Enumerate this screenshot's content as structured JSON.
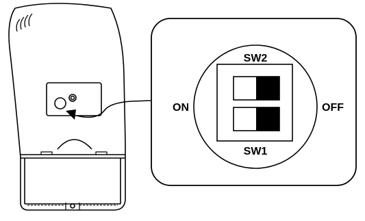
{
  "diagram": {
    "labels": {
      "sw2": "SW2",
      "sw1": "SW1",
      "on": "ON",
      "off": "OFF"
    },
    "switches": [
      {
        "name": "SW2",
        "state": "OFF"
      },
      {
        "name": "SW1",
        "state": "OFF"
      }
    ],
    "colors": {
      "line": "#000000",
      "background": "#ffffff",
      "switch_fill": "#000000"
    }
  }
}
